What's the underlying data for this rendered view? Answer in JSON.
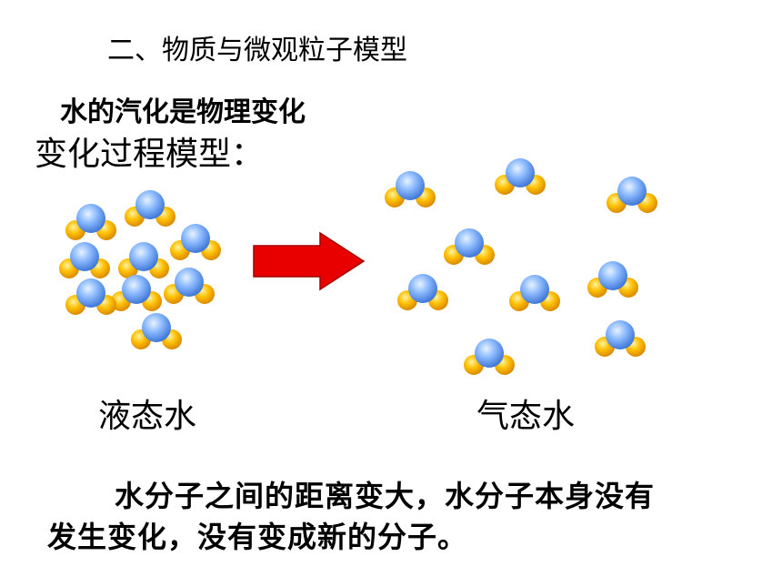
{
  "title": "二、物质与微观粒子模型",
  "subtitle": "水的汽化是物理变化",
  "process_heading": "变化过程模型：",
  "labels": {
    "liquid": "液态水",
    "gas": "气态水"
  },
  "conclusion": {
    "line1": "水分子之间的距离变大，水分子本身没有",
    "line2": "发生变化，没有变成新的分子。"
  },
  "colors": {
    "oxygen": "#7fb2ff",
    "hydrogen": "#f5b800",
    "arrow": "#e80000"
  },
  "icons": [
    "water-molecule-icon",
    "right-arrow-icon"
  ]
}
